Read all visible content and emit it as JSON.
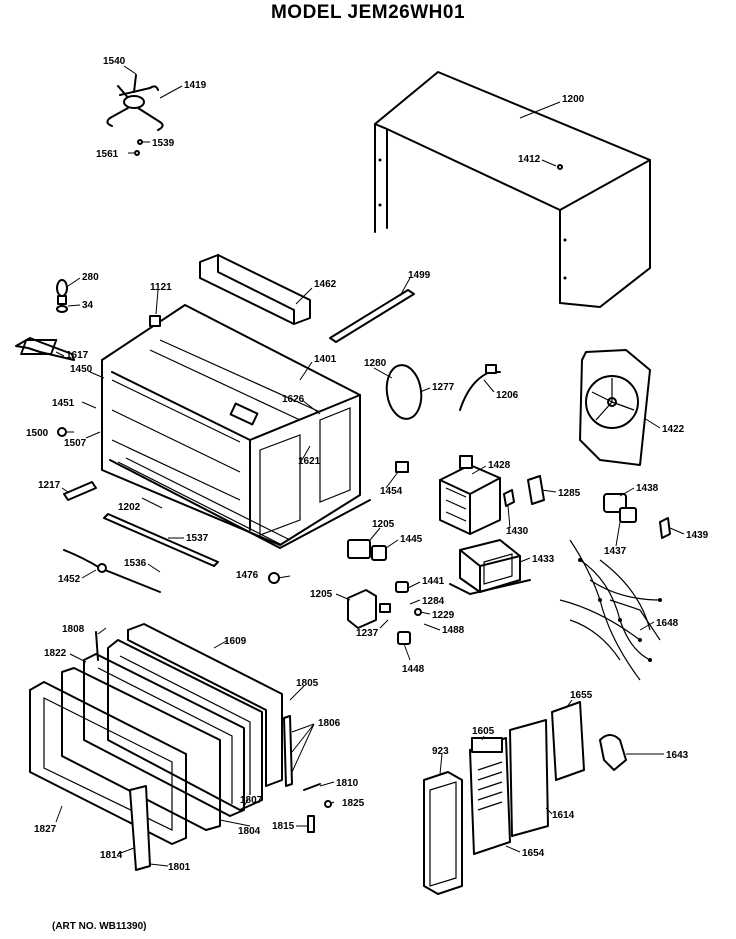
{
  "title": "MODEL JEM26WH01",
  "art_number": "(ART NO. WB11390)",
  "labels": [
    {
      "id": "1540",
      "text": "1540"
    },
    {
      "id": "1419",
      "text": "1419"
    },
    {
      "id": "1539",
      "text": "1539"
    },
    {
      "id": "1561",
      "text": "1561"
    },
    {
      "id": "1200",
      "text": "1200"
    },
    {
      "id": "1412",
      "text": "1412"
    },
    {
      "id": "280",
      "text": "280"
    },
    {
      "id": "34",
      "text": "34"
    },
    {
      "id": "1121",
      "text": "1121"
    },
    {
      "id": "1462",
      "text": "1462"
    },
    {
      "id": "1499",
      "text": "1499"
    },
    {
      "id": "1617",
      "text": "1617"
    },
    {
      "id": "1450",
      "text": "1450"
    },
    {
      "id": "1401",
      "text": "1401"
    },
    {
      "id": "1280",
      "text": "1280"
    },
    {
      "id": "1277",
      "text": "1277"
    },
    {
      "id": "1206",
      "text": "1206"
    },
    {
      "id": "1422",
      "text": "1422"
    },
    {
      "id": "1451",
      "text": "1451"
    },
    {
      "id": "1626",
      "text": "1626"
    },
    {
      "id": "1500",
      "text": "1500"
    },
    {
      "id": "1507",
      "text": "1507"
    },
    {
      "id": "1621",
      "text": "1621"
    },
    {
      "id": "1217",
      "text": "1217"
    },
    {
      "id": "1454",
      "text": "1454"
    },
    {
      "id": "1428",
      "text": "1428"
    },
    {
      "id": "1285",
      "text": "1285"
    },
    {
      "id": "1438",
      "text": "1438"
    },
    {
      "id": "1202",
      "text": "1202"
    },
    {
      "id": "1430",
      "text": "1430"
    },
    {
      "id": "1439",
      "text": "1439"
    },
    {
      "id": "1537",
      "text": "1537"
    },
    {
      "id": "1205a",
      "text": "1205"
    },
    {
      "id": "1445",
      "text": "1445"
    },
    {
      "id": "1437",
      "text": "1437"
    },
    {
      "id": "1536",
      "text": "1536"
    },
    {
      "id": "1433",
      "text": "1433"
    },
    {
      "id": "1452",
      "text": "1452"
    },
    {
      "id": "1476",
      "text": "1476"
    },
    {
      "id": "1441",
      "text": "1441"
    },
    {
      "id": "1205b",
      "text": "1205"
    },
    {
      "id": "1284",
      "text": "1284"
    },
    {
      "id": "1229",
      "text": "1229"
    },
    {
      "id": "1237",
      "text": "1237"
    },
    {
      "id": "1488",
      "text": "1488"
    },
    {
      "id": "1448",
      "text": "1448"
    },
    {
      "id": "1648",
      "text": "1648"
    },
    {
      "id": "1808",
      "text": "1808"
    },
    {
      "id": "1609",
      "text": "1609"
    },
    {
      "id": "1822",
      "text": "1822"
    },
    {
      "id": "1805",
      "text": "1805"
    },
    {
      "id": "1655",
      "text": "1655"
    },
    {
      "id": "1806",
      "text": "1806"
    },
    {
      "id": "923",
      "text": "923"
    },
    {
      "id": "1605",
      "text": "1605"
    },
    {
      "id": "1643",
      "text": "1643"
    },
    {
      "id": "1810",
      "text": "1810"
    },
    {
      "id": "1807",
      "text": "1807"
    },
    {
      "id": "1825",
      "text": "1825"
    },
    {
      "id": "1827",
      "text": "1827"
    },
    {
      "id": "1804",
      "text": "1804"
    },
    {
      "id": "1614",
      "text": "1614"
    },
    {
      "id": "1815",
      "text": "1815"
    },
    {
      "id": "1814",
      "text": "1814"
    },
    {
      "id": "1801",
      "text": "1801"
    },
    {
      "id": "1654",
      "text": "1654"
    }
  ]
}
